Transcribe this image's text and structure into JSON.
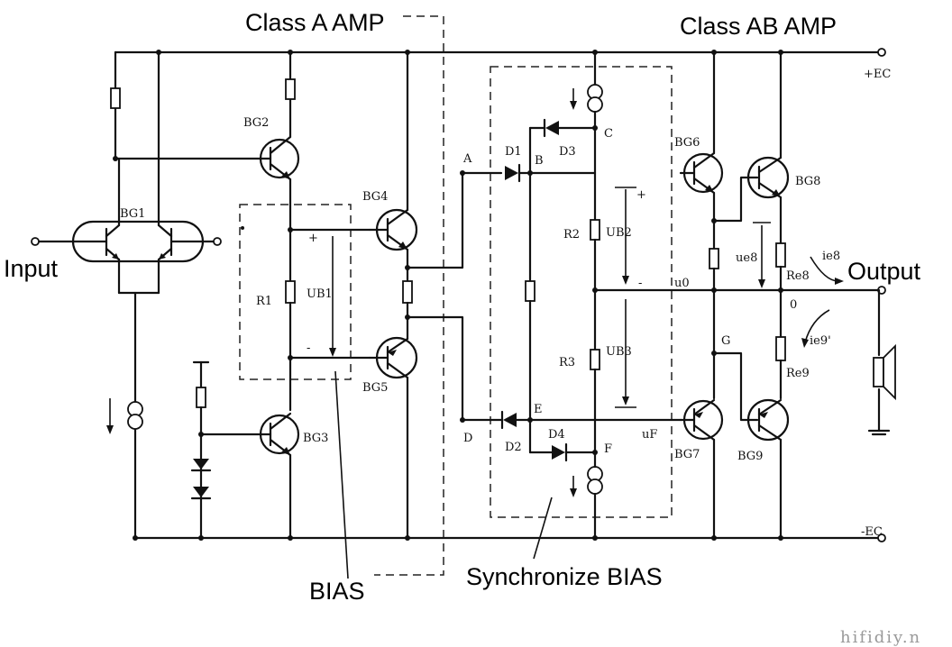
{
  "titles": {
    "class_a": "Class A AMP",
    "class_ab": "Class AB AMP",
    "input": "Input",
    "output": "Output",
    "bias": "BIAS",
    "sync_bias": "Synchronize BIAS"
  },
  "rails": {
    "pos": "+EC",
    "neg": "-EC"
  },
  "transistors": {
    "bg1": "BG1",
    "bg2": "BG2",
    "bg3": "BG3",
    "bg4": "BG4",
    "bg5": "BG5",
    "bg6": "BG6",
    "bg7": "BG7",
    "bg8": "BG8",
    "bg9": "BG9"
  },
  "diodes": {
    "d1": "D1",
    "d2": "D2",
    "d3": "D3",
    "d4": "D4"
  },
  "resistors": {
    "r1": "R1",
    "r2": "R2",
    "r3": "R3",
    "re8": "Re8",
    "re9": "Re9"
  },
  "nodes": {
    "a": "A",
    "b": "B",
    "c": "C",
    "d": "D",
    "e": "E",
    "f": "F",
    "g": "G",
    "zero": "0"
  },
  "voltages": {
    "ub1": "UB1",
    "ub2": "UB2",
    "ub3": "UB3",
    "ue8": "ue8",
    "u0": "u0",
    "uf": "uF",
    "plus": "+",
    "minus": "-"
  },
  "currents": {
    "ie8": "ie8",
    "ie9": "ie9'"
  },
  "watermark": "hifidiy.n"
}
